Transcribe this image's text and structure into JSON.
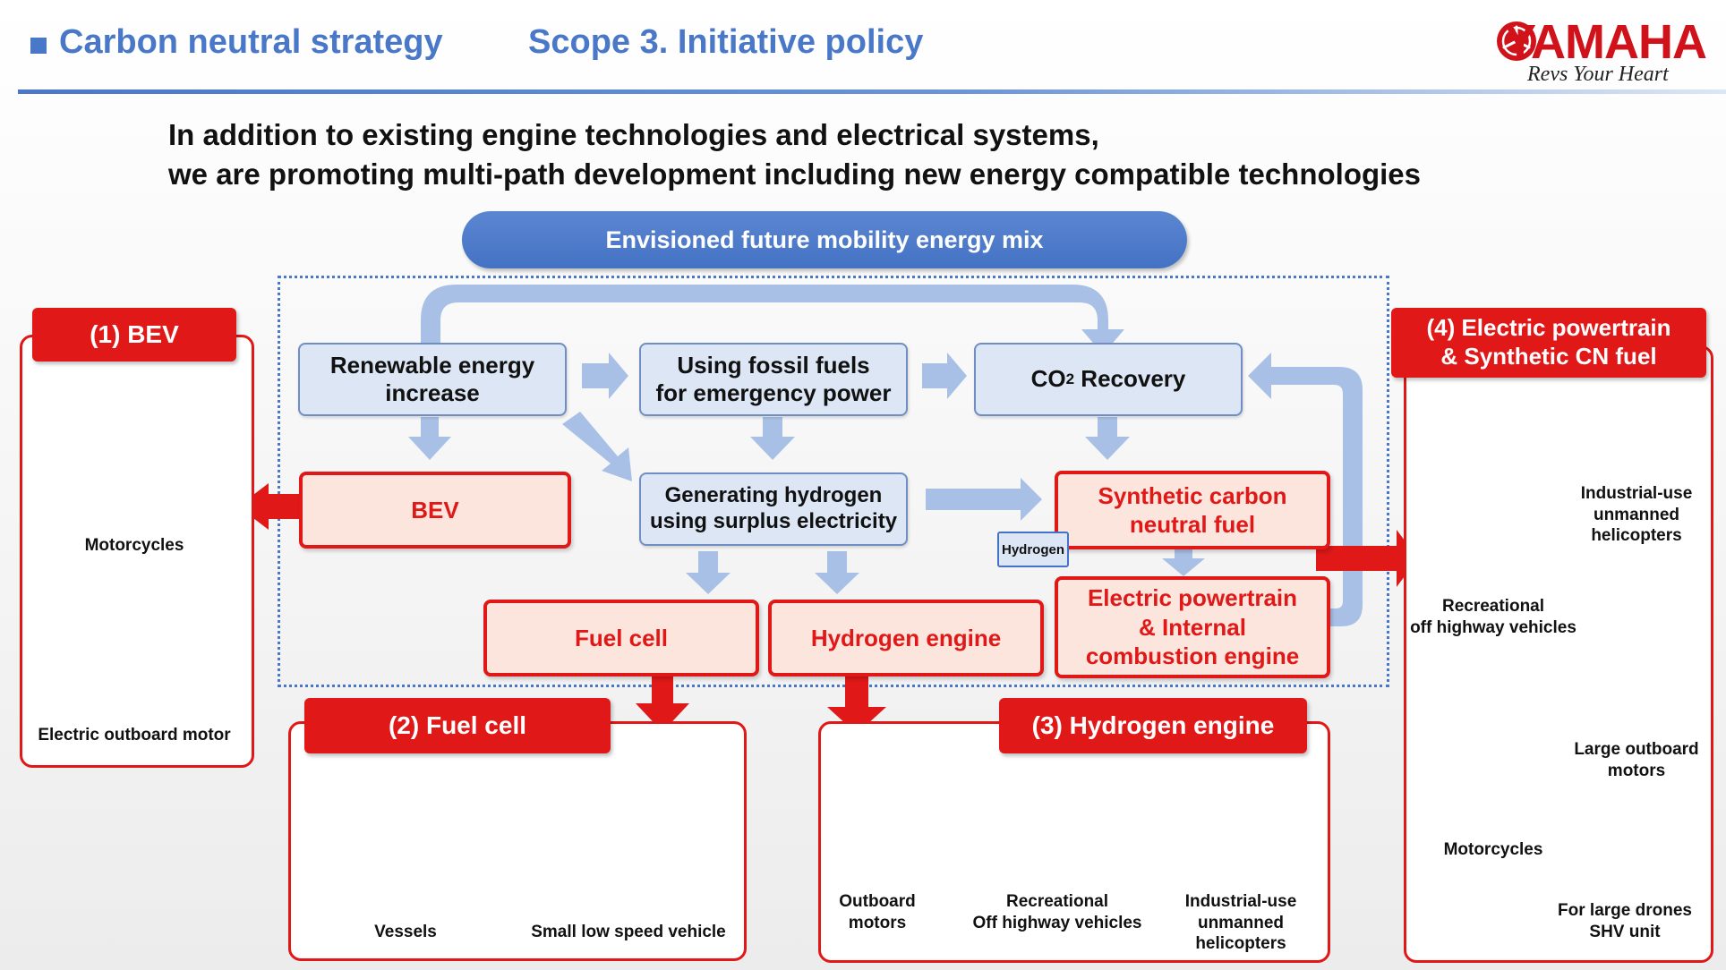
{
  "header": {
    "section": "Carbon neutral strategy",
    "topic": "Scope 3. Initiative policy",
    "logo_text": "YAMAHA",
    "tagline": "Revs Your Heart"
  },
  "subtitle": {
    "line1": "In addition to existing engine technologies and electrical systems,",
    "line2": "we are promoting multi-path development including new energy compatible technologies"
  },
  "pill": "Envisioned future mobility energy mix",
  "flow": {
    "renewable": [
      "Renewable energy",
      "increase"
    ],
    "fossil": [
      "Using fossil fuels",
      "for emergency power"
    ],
    "co2_prefix": "CO",
    "co2_sub": "2",
    "co2_suffix": " Recovery",
    "bev": "BEV",
    "hydrogen_gen": [
      "Generating hydrogen",
      "using surplus electricity"
    ],
    "synthetic": [
      "Synthetic carbon",
      "neutral fuel"
    ],
    "hydrogen_label": "Hydrogen",
    "fuel_cell": "Fuel cell",
    "hydrogen_engine": "Hydrogen engine",
    "ice": [
      "Electric powertrain",
      "& Internal",
      "combustion engine"
    ]
  },
  "panels": {
    "bev": {
      "title": "(1) BEV",
      "items": [
        "Motorcycles",
        "Electric outboard motor"
      ]
    },
    "fuel_cell": {
      "title": "(2) Fuel cell",
      "items": [
        "Vessels",
        "Small low speed vehicle"
      ]
    },
    "hydrogen_engine": {
      "title": "(3) Hydrogen engine",
      "items": [
        [
          "Outboard",
          "motors"
        ],
        [
          "Recreational",
          "Off highway vehicles"
        ],
        [
          "Industrial-use",
          "unmanned",
          "helicopters"
        ]
      ]
    },
    "electric_cn": {
      "title": [
        "(4) Electric powertrain",
        "& Synthetic CN fuel"
      ],
      "items": [
        [
          "Industrial-use",
          "unmanned",
          "helicopters"
        ],
        [
          "Recreational",
          "off highway vehicles"
        ],
        [
          "Large outboard",
          "motors"
        ],
        [
          "Motorcycles"
        ],
        [
          "For large drones",
          "SHV unit"
        ]
      ]
    }
  },
  "colors": {
    "accent_blue": "#4a78c8",
    "accent_red": "#e01818",
    "box_blue": "#dce6f5",
    "box_red": "#fbe5dc"
  }
}
